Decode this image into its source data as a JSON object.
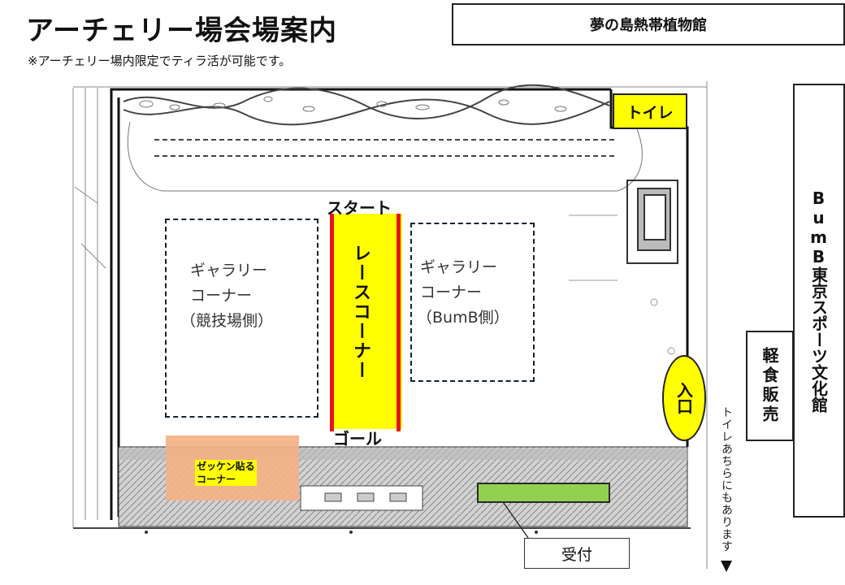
{
  "title": "アーチェリー場会場案内",
  "subtitle": "※アーチェリー場内限定でティラ活が可能です。",
  "labels": {
    "botanical_garden": "夢の島熱帯植物館",
    "bumb_building": "BumB東京スポーツ文化館",
    "light_food": "軽食販売",
    "toilet": "トイレ",
    "entrance": "入口",
    "gallery_left_line1": "ギャラリー",
    "gallery_left_line2": "コーナー",
    "gallery_left_line3": "（競技場側）",
    "gallery_right_line1": "ギャラリー",
    "gallery_right_line2": "コーナー",
    "gallery_right_line3": "（BumB側）",
    "race_corner": "レースコーナー",
    "start": "スタート",
    "goal": "ゴール",
    "bib_line1": "ゼッケン貼る",
    "bib_line2": "コーナー",
    "reception": "受付",
    "toilet_note": "トイレあちらにもあります"
  },
  "colors": {
    "highlight_yellow": "#ffff00",
    "race_line_red": "#e8141b",
    "bib_area_orange": "#f4b183",
    "reception_green": "#92d050"
  },
  "icons": {
    "down_arrow": "arrow-down-icon"
  }
}
